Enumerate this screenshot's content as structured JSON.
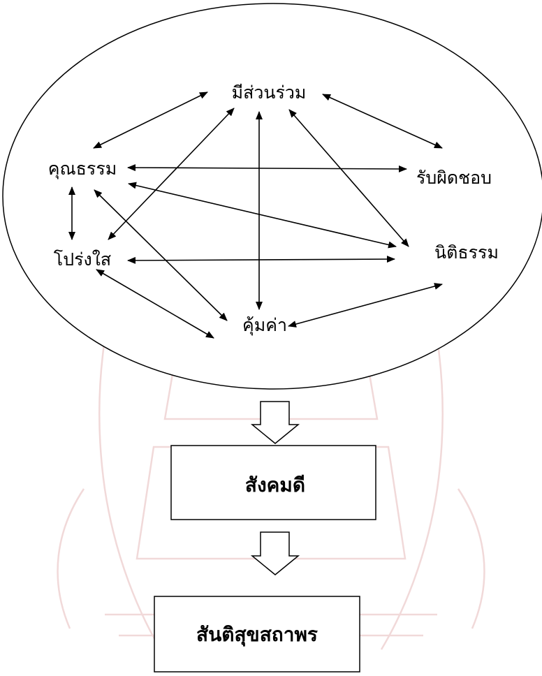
{
  "diagram": {
    "nodes": {
      "participation": "มีส่วนร่วม",
      "morality": "คุณธรรม",
      "accountability": "รับผิดชอบ",
      "transparency": "โปร่งใส",
      "rule_of_law": "นิติธรรม",
      "value_for_money": "คุ้มค่า"
    },
    "edges": [
      [
        "participation",
        "morality"
      ],
      [
        "participation",
        "accountability"
      ],
      [
        "participation",
        "transparency"
      ],
      [
        "participation",
        "rule_of_law"
      ],
      [
        "participation",
        "value_for_money"
      ],
      [
        "morality",
        "accountability"
      ],
      [
        "morality",
        "transparency"
      ],
      [
        "morality",
        "rule_of_law"
      ],
      [
        "morality",
        "value_for_money"
      ],
      [
        "transparency",
        "rule_of_law"
      ],
      [
        "transparency",
        "value_for_money"
      ],
      [
        "rule_of_law",
        "value_for_money"
      ]
    ],
    "good_society": "สังคมดี",
    "sustainable_peace": "สันติสุขสถาพร"
  },
  "colors": {
    "line": "#000000",
    "background": "#ffffff",
    "watermark": "#f1d9d9"
  }
}
